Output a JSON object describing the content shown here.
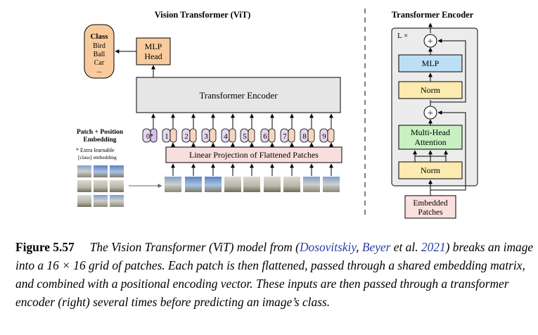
{
  "vit": {
    "title": "Vision Transformer (ViT)",
    "class_box": {
      "title": "Class",
      "items": [
        "Bird",
        "Ball",
        "Car",
        "..."
      ]
    },
    "mlp_head": [
      "MLP",
      "Head"
    ],
    "encoder_label": "Transformer Encoder",
    "embedding_label": [
      "Patch + Position",
      "Embedding"
    ],
    "extra_note": [
      "* Extra learnable",
      "[class] embedding"
    ],
    "linear_projection": "Linear Projection of Flattened Patches",
    "tokens": [
      "0*",
      "1",
      "2",
      "3",
      "4",
      "5",
      "6",
      "7",
      "8",
      "9"
    ]
  },
  "encoder": {
    "title": "Transformer Encoder",
    "repeat": "L ×",
    "plus": "+",
    "mlp": "MLP",
    "norm": "Norm",
    "attention": [
      "Multi-Head",
      "Attention"
    ],
    "input": [
      "Embedded",
      "Patches"
    ]
  },
  "caption": {
    "label": "Figure 5.57",
    "text_before": "The Vision Transformer (ViT) model from (",
    "cite_author1": "Dosovitskiy",
    "cite_sep": ", ",
    "cite_author2": "Beyer",
    "cite_etal": " et al. ",
    "cite_year": "2021",
    "text_after": ") breaks an image into a 16 × 16 grid of patches. Each patch is then flattened, passed through a shared embedding matrix, and combined with a positional encoding vector. These inputs are then passed through a transformer encoder (right) several times before predicting an image’s class."
  },
  "colors": {
    "class_box": "#f9cb9c",
    "mlp_head": "#f9cb9c",
    "encoder_box": "#e6e6e6",
    "token_pos": "#e4d7ee",
    "token_patch": "#f6d6c0",
    "projection": "#f9dede",
    "mlp_block": "#bcdff5",
    "norm_block": "#fdeab0",
    "attention_block": "#c9f0c0",
    "embedded_block": "#fce0df",
    "citation": "#2a3fa8"
  }
}
